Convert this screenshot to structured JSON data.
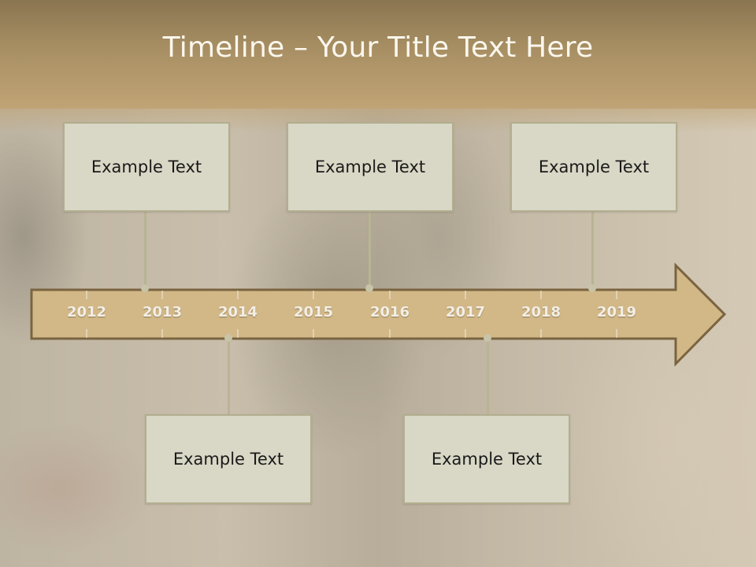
{
  "slide": {
    "title": "Timeline – Your Title Text Here"
  },
  "timeline": {
    "years": [
      "2012",
      "2013",
      "2014",
      "2015",
      "2016",
      "2017",
      "2018",
      "2019"
    ]
  },
  "top_boxes": [
    {
      "text": "Example Text"
    },
    {
      "text": "Example Text"
    },
    {
      "text": "Example Text"
    }
  ],
  "bottom_boxes": [
    {
      "text": "Example Text"
    },
    {
      "text": "Example Text"
    }
  ],
  "colors": {
    "title_band": "#a88f63",
    "arrow_fill": "#d2b887",
    "arrow_stroke": "#7a6440",
    "box_fill": "#d9d7c5",
    "box_border": "#b2ae90"
  }
}
